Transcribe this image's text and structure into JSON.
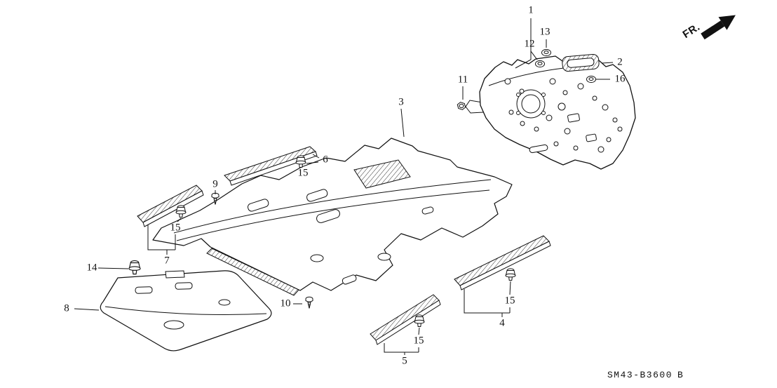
{
  "drawing": {
    "direction_label": "FR.",
    "code": "SM43-B3600",
    "code_suffix": "B"
  },
  "callouts": {
    "item1": "1",
    "item2": "2",
    "item3": "3",
    "item4": "4",
    "item5": "5",
    "item6": "6",
    "item7": "7",
    "item8": "8",
    "item9": "9",
    "item10": "10",
    "item11": "11",
    "item12": "12",
    "item13": "13",
    "item14": "14",
    "item15": "15",
    "item16": "16"
  }
}
